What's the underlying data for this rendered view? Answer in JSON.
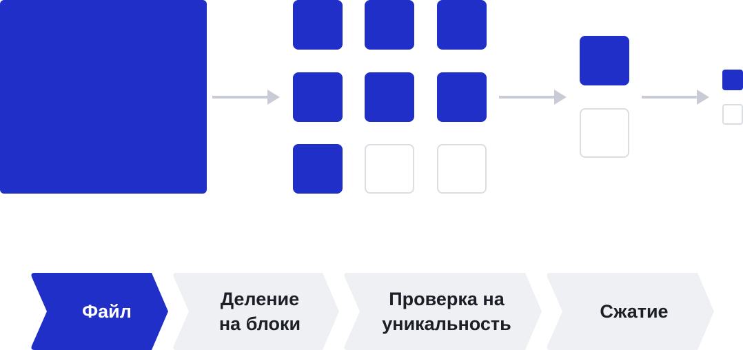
{
  "colors": {
    "block_filled": "#1f2fc8",
    "block_empty_border": "#dadde2",
    "arrow": "#c9ccd6",
    "step_active_bg": "#1f2fc8",
    "step_inactive_bg": "#eff0f3",
    "step_active_text": "#ffffff",
    "step_inactive_text": "#1c1f28"
  },
  "steps": [
    {
      "label": "Файл",
      "active": true
    },
    {
      "label": "Деление\nна блоки",
      "active": false
    },
    {
      "label": "Проверка на\nуникальность",
      "active": false
    },
    {
      "label": "Сжатие",
      "active": false
    }
  ],
  "stages": {
    "source_file": {
      "state": "filled"
    },
    "split_blocks": [
      "filled",
      "filled",
      "filled",
      "filled",
      "filled",
      "filled",
      "filled",
      "empty",
      "empty"
    ],
    "unique_blocks": [
      "filled",
      "empty"
    ],
    "compressed_blocks": [
      "filled",
      "empty"
    ]
  }
}
